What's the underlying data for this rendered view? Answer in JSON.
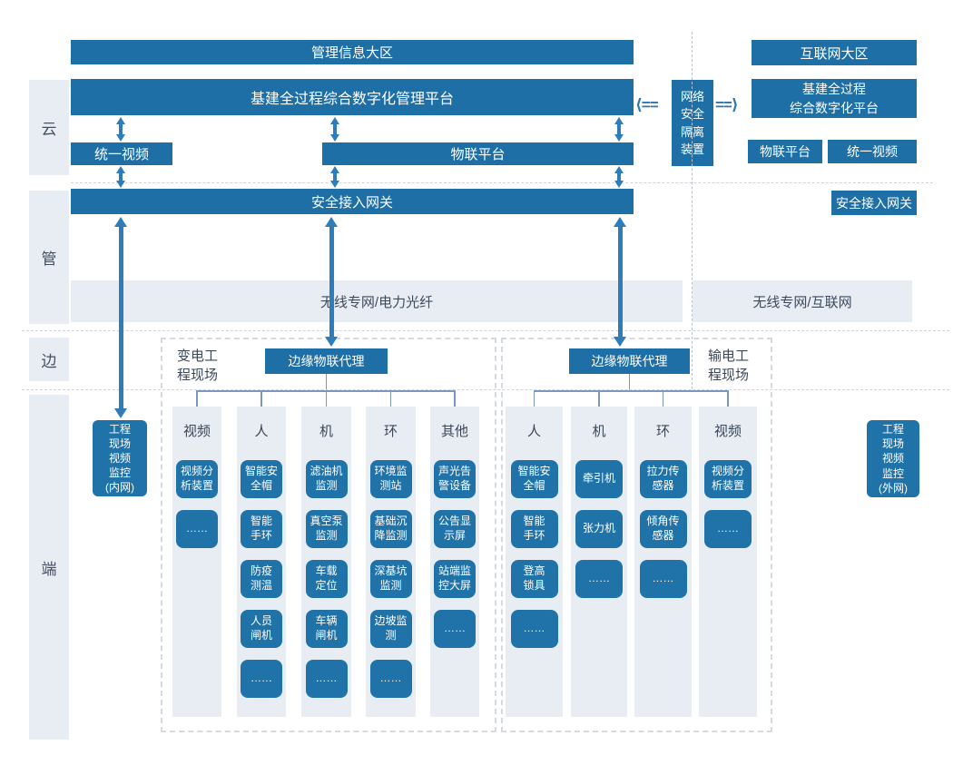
{
  "palette": {
    "bar_blue": "#1d6fa5",
    "item_blue": "#2073a9",
    "arrow_blue": "#2e7cba",
    "panel_gray": "#e8ecf3",
    "connector": "#7b97bf"
  },
  "layers": [
    "云",
    "管",
    "边",
    "端"
  ],
  "intranet": {
    "zone_title": "管理信息大区",
    "platform": "基建全过程综合数字化管理平台",
    "unified_video": "统一视频",
    "iot_platform": "物联平台",
    "gateway": "安全接入网关",
    "network_bar": "无线专网/电力光纤"
  },
  "isolation": {
    "label": "网络\n安全\n隔离\n装置",
    "left_arrow": "⟨==",
    "right_arrow": "==⟩"
  },
  "internet": {
    "zone_title": "互联网大区",
    "platform": "基建全过程\n综合数字化平台",
    "iot_platform": "物联平台",
    "unified_video": "统一视频",
    "gateway": "安全接入网关",
    "network_bar": "无线专网/互联网"
  },
  "monitors": {
    "intranet": "工程\n现场\n视频\n监控\n(内网)",
    "internet": "工程\n现场\n视频\n监控\n(外网)"
  },
  "groups": [
    {
      "site_label": "变电工\n程现场",
      "agent": "边缘物联代理",
      "columns": [
        {
          "header": "视频",
          "items": [
            "视频分\n析装置",
            "……"
          ]
        },
        {
          "header": "人",
          "items": [
            "智能安\n全帽",
            "智能\n手环",
            "防疫\n测温",
            "人员\n闸机",
            "……"
          ]
        },
        {
          "header": "机",
          "items": [
            "滤油机\n监测",
            "真空泵\n监测",
            "车载\n定位",
            "车辆\n闸机",
            "……"
          ]
        },
        {
          "header": "环",
          "items": [
            "环境监\n测站",
            "基础沉\n降监测",
            "深基坑\n监测",
            "边坡监\n测",
            "……"
          ]
        },
        {
          "header": "其他",
          "items": [
            "声光告\n警设备",
            "公告显\n示屏",
            "站端监\n控大屏",
            "……"
          ]
        }
      ]
    },
    {
      "site_label": "输电工\n程现场",
      "agent": "边缘物联代理",
      "columns": [
        {
          "header": "人",
          "items": [
            "智能安\n全帽",
            "智能\n手环",
            "登高\n锁具",
            "……"
          ]
        },
        {
          "header": "机",
          "items": [
            "牵引机",
            "张力机",
            "……"
          ]
        },
        {
          "header": "环",
          "items": [
            "拉力传\n感器",
            "倾角传\n感器",
            "……"
          ]
        },
        {
          "header": "视频",
          "items": [
            "视频分\n析装置",
            "……"
          ]
        }
      ]
    }
  ]
}
